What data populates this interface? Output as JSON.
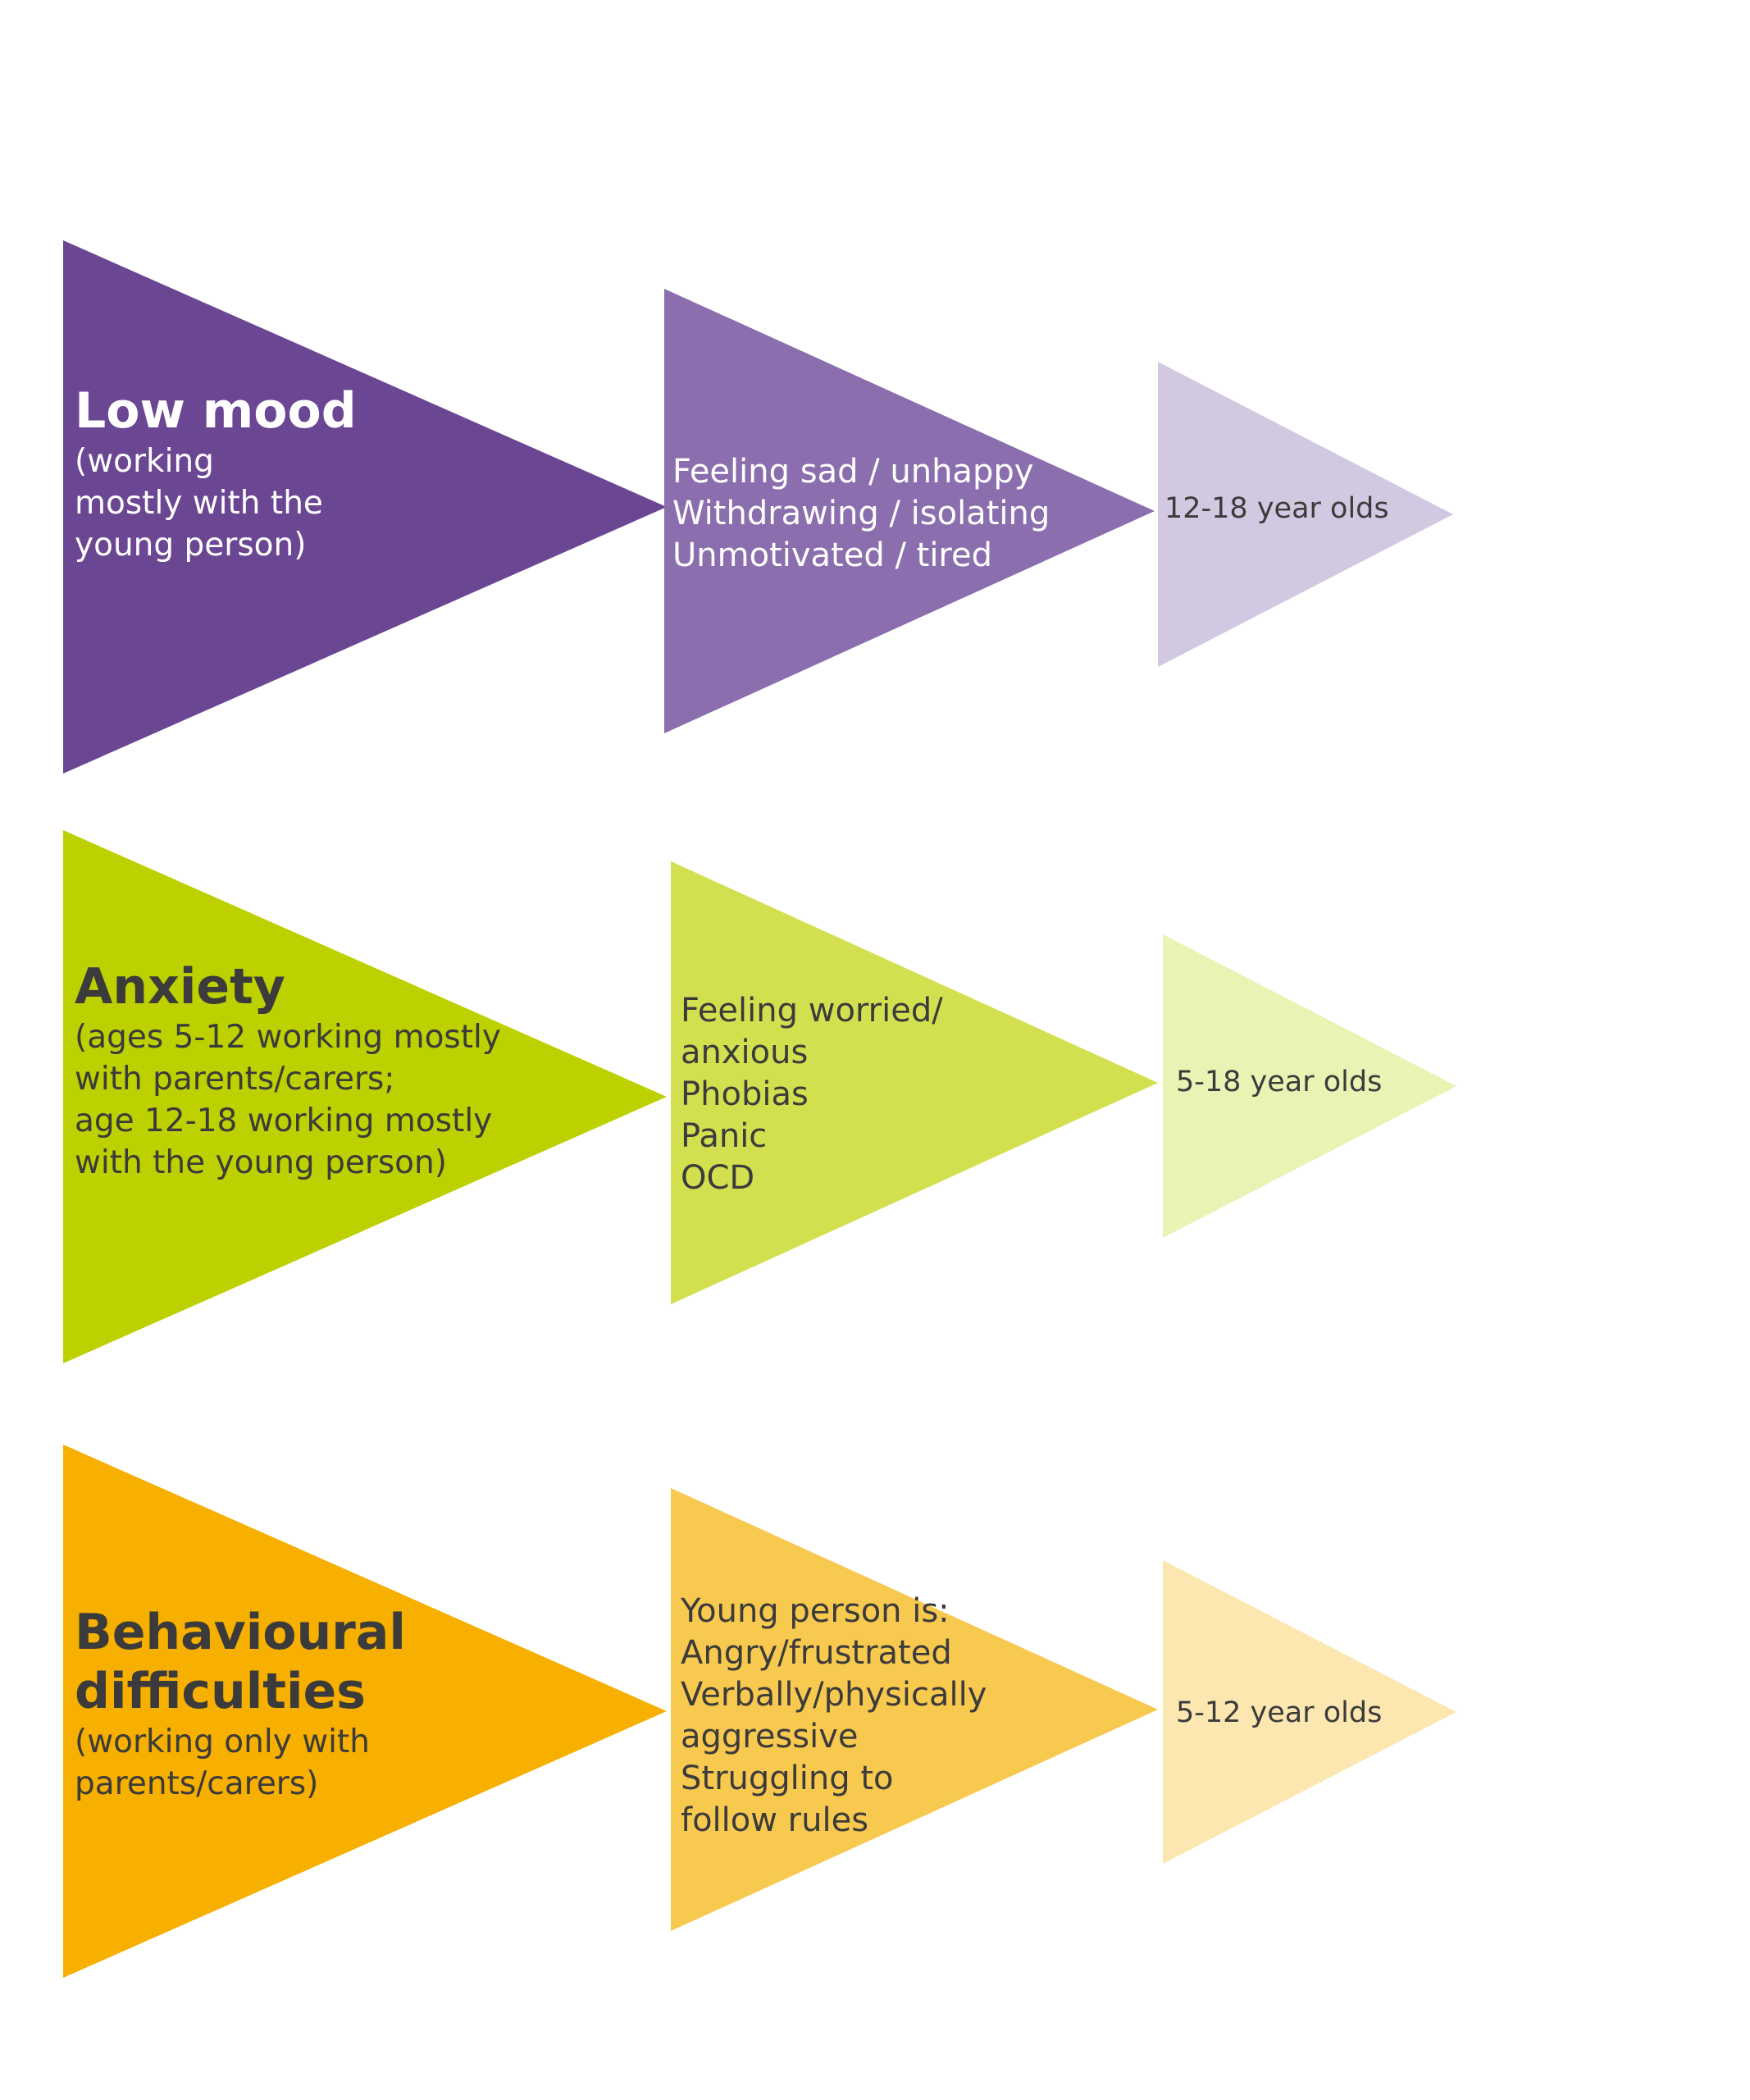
{
  "rows": [
    {
      "category": {
        "title_lines": [
          "Low mood"
        ],
        "subtitle_lines": [
          "(working",
          "mostly with the",
          "young person)"
        ],
        "color": "#6A4693",
        "text_color": "#ffffff"
      },
      "symptoms": {
        "lines": [
          "Feeling sad / unhappy",
          "Withdrawing / isolating",
          "Unmotivated / tired"
        ],
        "color": "#8A6EAD",
        "text_color": "#ffffff"
      },
      "ages": {
        "label": "12-18 year olds",
        "color": "#D3C8E1",
        "text_color": "#3b3b3b"
      }
    },
    {
      "category": {
        "title_lines": [
          "Anxiety"
        ],
        "subtitle_lines": [
          "(ages 5-12 working mostly",
          "with parents/carers;",
          "age 12-18 working mostly",
          "with the young person)"
        ],
        "color": "#BDD100",
        "text_color": "#3b3b3b"
      },
      "symptoms": {
        "lines": [
          "Feeling worried/",
          "anxious",
          "Phobias",
          "Panic",
          "OCD"
        ],
        "color": "#D2E04F",
        "text_color": "#3b3b3b"
      },
      "ages": {
        "label": "5-18 year olds",
        "color": "#EAF2B4",
        "text_color": "#3b3b3b"
      }
    },
    {
      "category": {
        "title_lines": [
          "Behavioural",
          "difficulties"
        ],
        "subtitle_lines": [
          "(working only with",
          "parents/carers)"
        ],
        "color": "#F7AF00",
        "text_color": "#3b3b3b"
      },
      "symptoms": {
        "lines": [
          "Young person is:",
          "Angry/frustrated",
          "Verbally/physically",
          "aggressive",
          "Struggling to",
          "follow rules"
        ],
        "color": "#F8C94F",
        "text_color": "#3b3b3b"
      },
      "ages": {
        "label": "5-12 year olds",
        "color": "#FCE7B0",
        "text_color": "#3b3b3b"
      }
    }
  ]
}
